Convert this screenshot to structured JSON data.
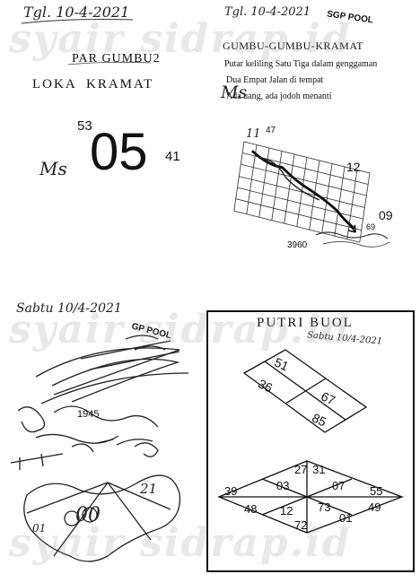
{
  "watermark": "syair sidrap.id",
  "panel1": {
    "date": "Tgl. 10-4-2021",
    "title": "PAR GUMBU2",
    "loka": "LOKA",
    "kramat": "KRAMAT",
    "num_top": "53",
    "num_big": "05",
    "num_right": "41",
    "ms": "Ms"
  },
  "panel2": {
    "date": "Tgl. 10-4-2021",
    "stamp": "SGP POOL",
    "title": "GUMBU-GUMBU-KRAMAT",
    "lines": [
      "Putar keliling Satu Tiga dalam genggaman",
      "Dua Empat Jalan di tempat",
      "Ada uang, ada jodoh menanti"
    ],
    "ms": "Ms",
    "n_top_left": "11",
    "n_top": "47",
    "n_right": "12",
    "n_bottom": "09",
    "n_small": "69",
    "n_left": "3960"
  },
  "panel3": {
    "date": "Sabtu 10/4-2021",
    "stamp": "GP POOL",
    "num_mid": "1945",
    "num_star1": "21",
    "num_star2": "00",
    "num_star3": "01"
  },
  "panel4": {
    "title": "PUTRI BUOL",
    "date": "Sabtu 10/4-2021",
    "square": [
      "51",
      "36",
      "67",
      "85"
    ],
    "diamond": [
      "27",
      "31",
      "39",
      "03",
      "07",
      "55",
      "48",
      "12",
      "73",
      "49",
      "01",
      "72"
    ]
  }
}
